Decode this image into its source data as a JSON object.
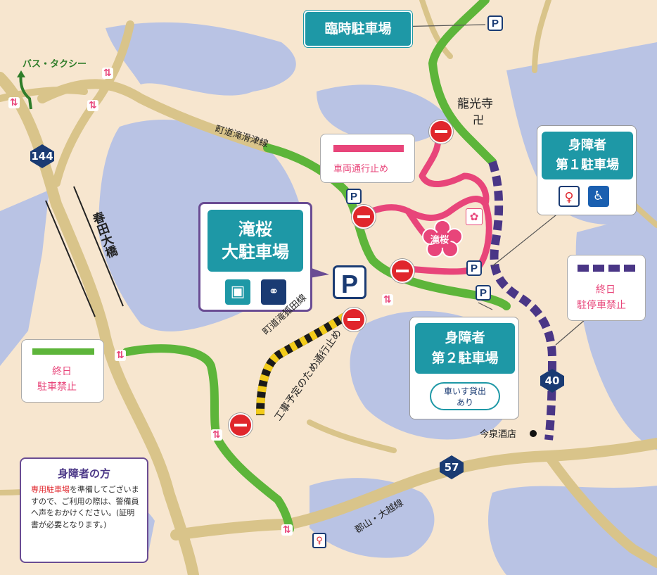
{
  "labels": {
    "temp_parking": "臨時駐車場",
    "bus_taxi": "バス・タクシー",
    "ryukoji": "龍光寺",
    "manji": "卍",
    "chodo_takinamezu": "町道滝滑津線",
    "route_144": "144",
    "harutaohashi": "春田大橋",
    "takizakura": "滝桜",
    "chodo_takikoden": "町道滝狐田線",
    "construction": "工事予定のため通行止め",
    "imaizumi_sake": "今泉酒店",
    "route_57": "57",
    "route_40": "40",
    "koriyama_line": "郡山・大越線"
  },
  "big_parking": {
    "title_line1": "滝桜",
    "title_line2": "大駐車場",
    "p": "P"
  },
  "legend_closed": {
    "text": "車両通行止め"
  },
  "legend_allday_no_parking_green": {
    "line1": "終日",
    "line2": "駐車禁止"
  },
  "legend_allday_no_stop_purple": {
    "line1": "終日",
    "line2": "駐停車禁止"
  },
  "disabled_parking_1": {
    "line1": "身障者",
    "line2": "第１駐車場"
  },
  "disabled_parking_2": {
    "line1": "身障者",
    "line2": "第２駐車場",
    "wheelchair_note_1": "車いす貸出",
    "wheelchair_note_2": "あり"
  },
  "disabled_info": {
    "title": "身障者の方",
    "highlight": "専用駐車場",
    "body_rest": "を準備してございますので、ご利用の際は、警備員へ声をおかけください。(証明書が必要となります。)"
  },
  "colors": {
    "green": "#5db53a",
    "pink": "#e8457a",
    "purple": "#4a3686",
    "teal": "#1e98a6",
    "road": "#d9c48a",
    "water": "#b9c3e4",
    "land": "#f7e6cf"
  }
}
